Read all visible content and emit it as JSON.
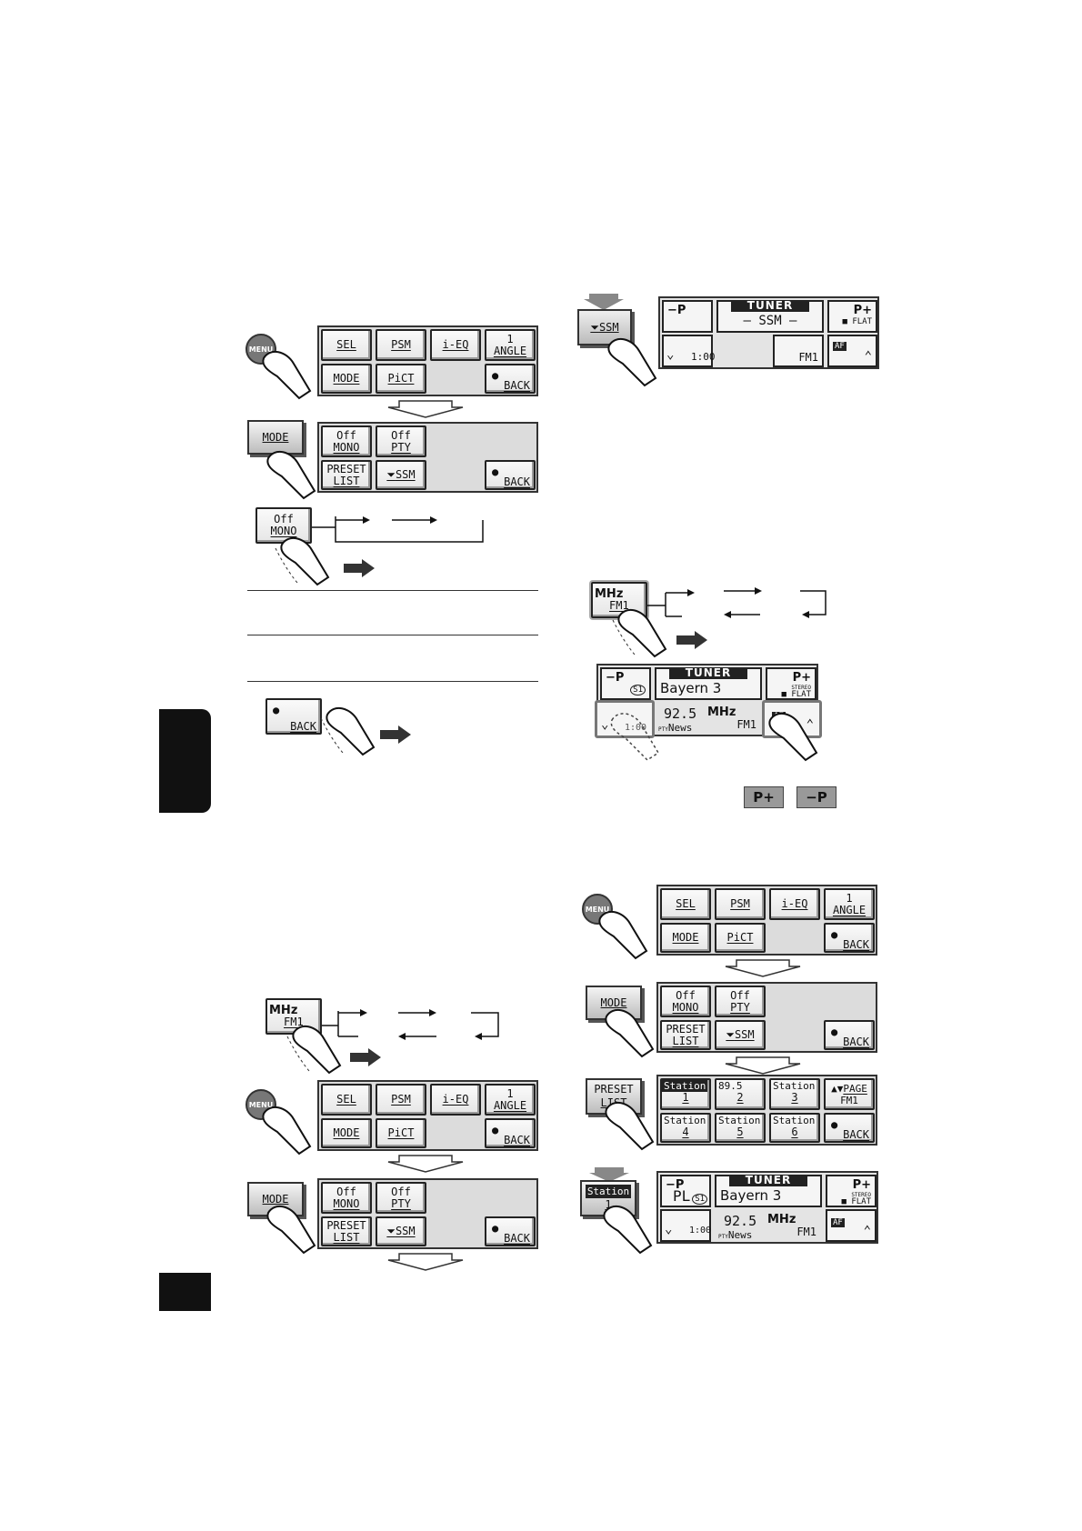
{
  "page_tab": {
    "color": "#111111"
  },
  "menu": {
    "menu_button": "MENU",
    "sel": "SEL",
    "psm": "PSM",
    "ieq": "i-EQ",
    "angle_value": "1",
    "angle": "ANGLE",
    "mode": "MODE",
    "pict": "PiCT",
    "back": "BACK"
  },
  "mode_menu": {
    "mode_button": "MODE",
    "mono_value": "Off",
    "mono": "MONO",
    "pty_value": "Off",
    "pty": "PTY",
    "preset_line1": "PRESET",
    "preset_line2": "LIST",
    "ssm": "SSM",
    "back": "BACK"
  },
  "band": {
    "unit": "MHz",
    "band": "FM1"
  },
  "tuner_ssm": {
    "p_minus": "−P",
    "p_plus": "P+",
    "label": "TUNER",
    "text": "– SSM –",
    "flat": "FLAT",
    "clock": "1:00",
    "band": "FM1",
    "af": "AF",
    "ssm_button": "SSM"
  },
  "tuner_station": {
    "p_minus": "−P",
    "preset_badge": "S1",
    "label": "TUNER",
    "station_name": "Bayern 3",
    "p_plus": "P+",
    "stereo": "STEREO",
    "flat": "FLAT",
    "frequency": "92.5",
    "unit": "MHz",
    "pty_tag": "PTY",
    "pty_name": "News",
    "band": "FM1",
    "af": "AF",
    "clock": "1:00"
  },
  "p_icons": {
    "p_plus": "P+",
    "p_minus": "−P"
  },
  "preset_list": {
    "button_line1": "PRESET",
    "button_line2": "LIST",
    "items": [
      {
        "top": "Station",
        "bottom": "1"
      },
      {
        "top": "89.5",
        "bottom": "2"
      },
      {
        "top": "Station",
        "bottom": "3"
      },
      {
        "top": "Station",
        "bottom": "4"
      },
      {
        "top": "Station",
        "bottom": "5"
      },
      {
        "top": "Station",
        "bottom": "6"
      }
    ],
    "page": "PAGE",
    "page_band": "FM1",
    "back": "BACK"
  },
  "station_recall": {
    "button_top": "Station",
    "button_bottom": "1",
    "pl": "PL",
    "badge": "S1"
  }
}
